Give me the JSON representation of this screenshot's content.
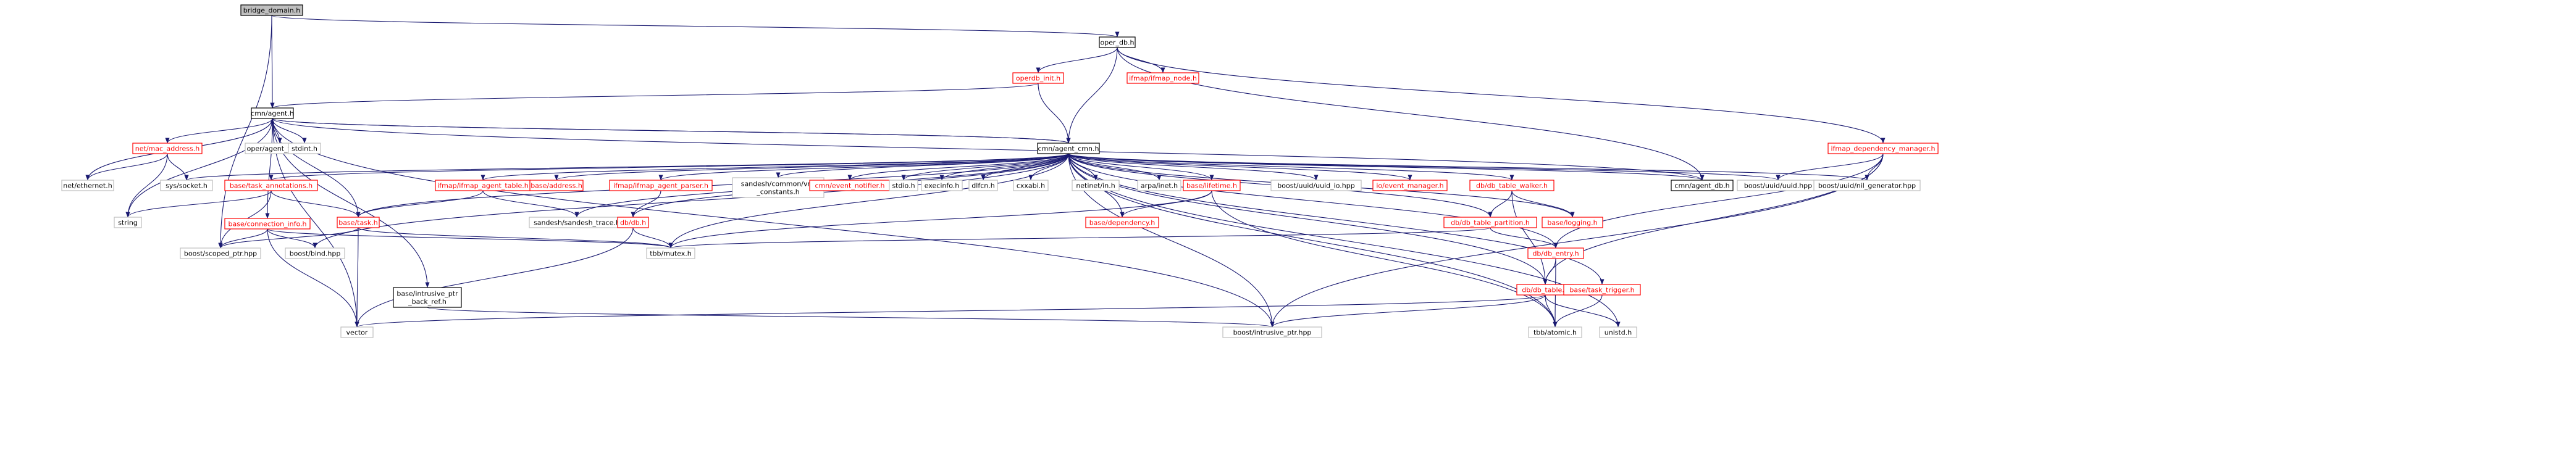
{
  "colors": {
    "root_fill": "#bfbfbf",
    "root_border": "#000000",
    "linked_border": "#000000",
    "unlinked_border": "#bfbfbf",
    "missing_border": "#ff0000",
    "text_black": "#000000",
    "text_red": "#ff0000",
    "edge": "#191970",
    "background": "#ffffff"
  },
  "nodes": [
    {
      "id": "bridge_domain",
      "label": "bridge_domain.h",
      "kind": "root"
    },
    {
      "id": "oper_db",
      "label": "oper_db.h",
      "kind": "linked"
    },
    {
      "id": "operdb_init",
      "label": "operdb_init.h",
      "kind": "missing"
    },
    {
      "id": "ifmap_node",
      "label": "ifmap/ifmap_node.h",
      "kind": "missing"
    },
    {
      "id": "ifmap_dep_mgr",
      "label": "ifmap_dependency_manager.h",
      "kind": "missing"
    },
    {
      "id": "cmn_agent",
      "label": "cmn/agent.h",
      "kind": "linked"
    },
    {
      "id": "cmn_agent_cmn",
      "label": "cmn/agent_cmn.h",
      "kind": "linked"
    },
    {
      "id": "net_mac_address",
      "label": "net/mac_address.h",
      "kind": "missing"
    },
    {
      "id": "oper_agent_types",
      "label": "oper/agent_types.h",
      "kind": "unlinked"
    },
    {
      "id": "stdint",
      "label": "stdint.h",
      "kind": "unlinked"
    },
    {
      "id": "sys_socket",
      "label": "sys/socket.h",
      "kind": "unlinked"
    },
    {
      "id": "net_ethernet",
      "label": "net/ethernet.h",
      "kind": "unlinked"
    },
    {
      "id": "string",
      "label": "string",
      "kind": "unlinked"
    },
    {
      "id": "base_task_annotations",
      "label": "base/task_annotations.h",
      "kind": "missing"
    },
    {
      "id": "base_connection_info",
      "label": "base/connection_info.h",
      "kind": "missing"
    },
    {
      "id": "boost_scoped_ptr",
      "label": "boost/scoped_ptr.hpp",
      "kind": "unlinked"
    },
    {
      "id": "boost_bind",
      "label": "boost/bind.hpp",
      "kind": "unlinked"
    },
    {
      "id": "vector",
      "label": "vector",
      "kind": "unlinked"
    },
    {
      "id": "base_task",
      "label": "base/task.h",
      "kind": "missing"
    },
    {
      "id": "ifmap_agent_table",
      "label": "ifmap/ifmap_agent_table.h",
      "kind": "missing"
    },
    {
      "id": "base_address",
      "label": "base/address.h",
      "kind": "missing"
    },
    {
      "id": "sandesh_trace",
      "label": "sandesh/sandesh_trace.h",
      "kind": "unlinked"
    },
    {
      "id": "ifmap_agent_parser",
      "label": "ifmap/ifmap_agent_parser.h",
      "kind": "missing"
    },
    {
      "id": "db_db",
      "label": "db/db.h",
      "kind": "missing"
    },
    {
      "id": "tbb_mutex",
      "label": "tbb/mutex.h",
      "kind": "unlinked"
    },
    {
      "id": "sandesh_vns",
      "label": "sandesh/common/vns_constants.h",
      "line1": "sandesh/common/vns",
      "line2": "_constants.h",
      "kind": "unlinked"
    },
    {
      "id": "cmn_event_notifier",
      "label": "cmn/event_notifier.h",
      "kind": "missing"
    },
    {
      "id": "stdio",
      "label": "stdio.h",
      "kind": "unlinked"
    },
    {
      "id": "execinfo",
      "label": "execinfo.h",
      "kind": "unlinked"
    },
    {
      "id": "dlfcn",
      "label": "dlfcn.h",
      "kind": "unlinked"
    },
    {
      "id": "cxxabi",
      "label": "cxxabi.h",
      "kind": "unlinked"
    },
    {
      "id": "netinet_in",
      "label": "netinet/in.h",
      "kind": "unlinked"
    },
    {
      "id": "arpa_inet",
      "label": "arpa/inet.h",
      "kind": "unlinked"
    },
    {
      "id": "base_lifetime",
      "label": "base/lifetime.h",
      "kind": "missing"
    },
    {
      "id": "base_dependency",
      "label": "base/dependency.h",
      "kind": "missing"
    },
    {
      "id": "boost_uuid_io",
      "label": "boost/uuid/uuid_io.hpp",
      "kind": "unlinked"
    },
    {
      "id": "io_event_manager",
      "label": "io/event_manager.h",
      "kind": "missing"
    },
    {
      "id": "db_table_walker",
      "label": "db/db_table_walker.h",
      "kind": "missing"
    },
    {
      "id": "db_table_partition",
      "label": "db/db_table_partition.h",
      "kind": "missing"
    },
    {
      "id": "base_logging",
      "label": "base/logging.h",
      "kind": "missing"
    },
    {
      "id": "db_entry",
      "label": "db/db_entry.h",
      "kind": "missing"
    },
    {
      "id": "db_table",
      "label": "db/db_table.h",
      "kind": "missing"
    },
    {
      "id": "base_task_trigger",
      "label": "base/task_trigger.h",
      "kind": "missing"
    },
    {
      "id": "cmn_agent_db",
      "label": "cmn/agent_db.h",
      "kind": "linked"
    },
    {
      "id": "boost_uuid",
      "label": "boost/uuid/uuid.hpp",
      "kind": "unlinked"
    },
    {
      "id": "boost_uuid_nil",
      "label": "boost/uuid/nil_generator.hpp",
      "kind": "unlinked"
    },
    {
      "id": "base_intrusive_ptr_back_ref",
      "label": "base/intrusive_ptr_back_ref.h",
      "line1": "base/intrusive_ptr",
      "line2": "_back_ref.h",
      "kind": "linked"
    },
    {
      "id": "boost_intrusive_ptr",
      "label": "boost/intrusive_ptr.hpp",
      "kind": "unlinked"
    },
    {
      "id": "tbb_atomic",
      "label": "tbb/atomic.h",
      "kind": "unlinked"
    },
    {
      "id": "unistd",
      "label": "unistd.h",
      "kind": "unlinked"
    }
  ]
}
